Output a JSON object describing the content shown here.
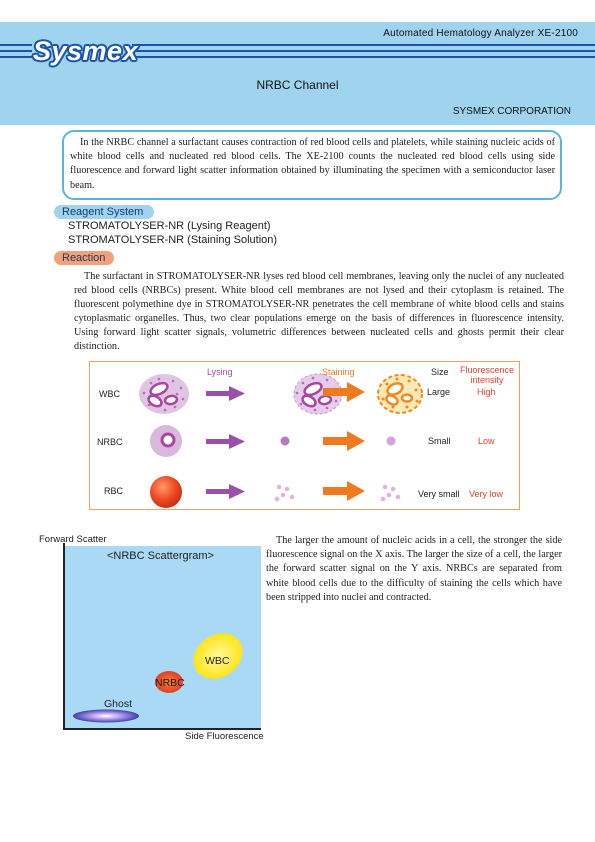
{
  "header": {
    "product": "Automated Hematology Analyzer XE-2100",
    "logo": "Sysmex",
    "title": "NRBC Channel",
    "corporation": "SYSMEX CORPORATION"
  },
  "intro": "In the NRBC channel a surfactant causes contraction of red blood cells and platelets, while staining nucleic acids of white blood cells and nucleated red blood cells. The XE-2100 counts the nucleated red blood cells using side fluorescence and forward light scatter information obtained by illuminating the specimen with a semiconductor laser beam.",
  "reagent": {
    "heading": "Reagent System",
    "items": [
      "STROMATOLYSER-NR (Lysing Reagent)",
      "STROMATOLYSER-NR (Staining Solution)"
    ]
  },
  "reaction": {
    "heading": "Reaction",
    "text": "The surfactant in STROMATOLYSER-NR lyses red blood cell membranes, leaving only the nuclei of any nucleated red blood cells (NRBCs) present. White blood cell membranes are not lysed and their cytoplasm is retained. The fluorescent polymethine dye in STROMATOLYSER-NR penetrates the cell membrane of white blood cells and stains cytoplasmatic organelles. Thus, two clear populations emerge on the basis of differences in fluorescence intensity. Using forward light scatter signals, volumetric differences between nucleated cells and ghosts permit their clear distinction.",
    "diagram": {
      "lysing": "Lysing",
      "staining": "Staining",
      "size_header": "Size",
      "fluor_header_1": "Fluorescence",
      "fluor_header_2": "intensity",
      "rows": [
        {
          "cell": "WBC",
          "size": "Large",
          "fluorescence": "High"
        },
        {
          "cell": "NRBC",
          "size": "Small",
          "fluorescence": "Low"
        },
        {
          "cell": "RBC",
          "size": "Very small",
          "fluorescence": "Very low"
        }
      ]
    }
  },
  "scattergram": {
    "y_label": "Forward Scatter",
    "title": "<NRBC Scattergram>",
    "x_label": "Side Fluorescence",
    "populations": [
      "WBC",
      "NRBC",
      "Ghost"
    ]
  },
  "right_text": "The larger the amount of nucleic acids in a cell, the stronger the side fluorescence signal on the X axis. The larger the size of a cell, the larger the forward scatter signal on the Y axis. NRBCs are separated from white blood cells due to the difficulty of staining the cells which have been stripped into nuclei and contracted.",
  "colors": {
    "header_bg": "#9fd3ee",
    "brand_blue": "#1b55a8",
    "purple_arrow": "#9a4fa8",
    "orange_arrow": "#f07a20",
    "red_label": "#e8402a"
  }
}
